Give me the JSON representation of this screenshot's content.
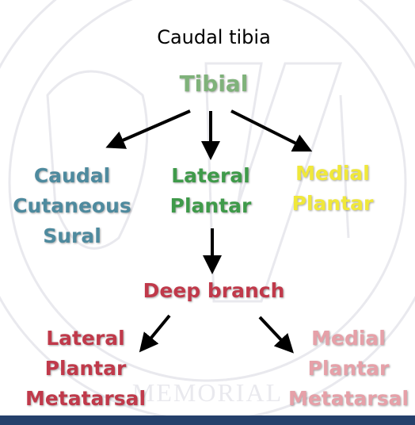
{
  "caption": "Caudal tibia",
  "watermark": {
    "text": "LINCOLN MEMORIAL UNIVERSITY"
  },
  "nodes": {
    "tibial": {
      "label": "Tibial",
      "color": "#7fb27a"
    },
    "caudal_cutaneous_sural": {
      "lines": [
        "Caudal",
        "Cutaneous",
        "Sural"
      ],
      "color": "#4e8a9e"
    },
    "lateral_plantar": {
      "lines": [
        "Lateral",
        "Plantar"
      ],
      "color": "#3f9a4a"
    },
    "medial_plantar": {
      "lines": [
        "Medial",
        "Plantar"
      ],
      "color": "#f0e83a"
    },
    "deep_branch": {
      "label": "Deep branch",
      "color": "#c0394a"
    },
    "lateral_plantar_metatarsal": {
      "lines": [
        "Lateral",
        "Plantar",
        "Metatarsal"
      ],
      "color": "#c0394a"
    },
    "medial_plantar_metatarsal": {
      "lines": [
        "Medial",
        "Plantar",
        "Metatarsal"
      ],
      "color": "#e6a0a8"
    }
  },
  "colors": {
    "arrow": "#000000",
    "watermark": "#e9e9ee",
    "bottom_bar": "#25406b"
  }
}
